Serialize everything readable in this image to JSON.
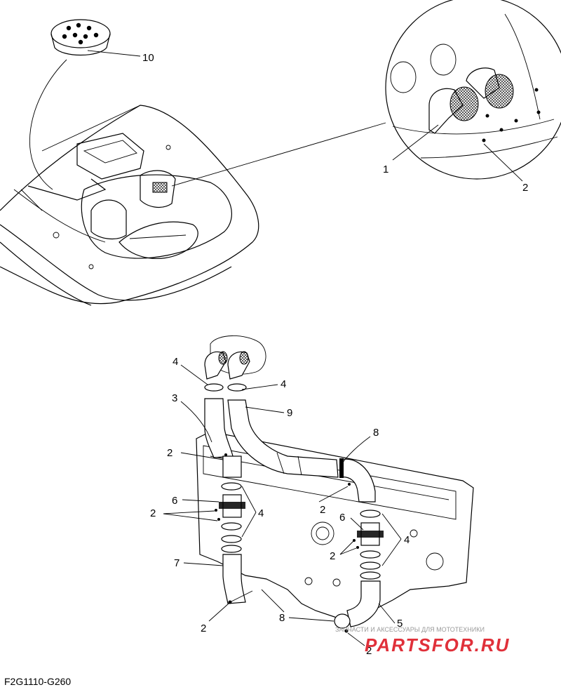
{
  "drawing_code": "F2G1110-G260",
  "callouts": {
    "c10": "10",
    "c1": "1",
    "c2a": "2",
    "c4a": "4",
    "c4b": "4",
    "c3": "3",
    "c9": "9",
    "c8a": "8",
    "c2b": "2",
    "c2c": "2",
    "c6a": "6",
    "c2d": "2",
    "c4c": "4",
    "c6b": "6",
    "c4d": "4",
    "c2e": "2",
    "c7": "7",
    "c2f": "2",
    "c8b": "8",
    "c5": "5",
    "c2g": "2"
  },
  "watermark": {
    "tagline": "ЗАПЧАСТИ И АКСЕССУАРЫ ДЛЯ МОТОТЕХНИКИ",
    "brand": "PARTSFOR.RU"
  },
  "colors": {
    "line": "#000000",
    "watermark_red": "#e0303a",
    "watermark_gray": "#9a9a9a"
  }
}
